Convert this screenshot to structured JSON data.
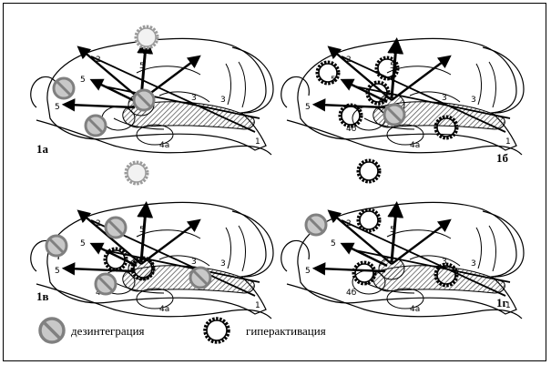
{
  "panels": [
    {
      "label": "1а"
    },
    {
      "label": "1б"
    },
    {
      "label": "1в"
    },
    {
      "label": "1г"
    }
  ],
  "legend": {
    "disintegration": "дезинтеграция",
    "hyperactivation": "гиперактивация"
  },
  "numbers": {
    "n1": "1",
    "n2": "2",
    "n3": "3",
    "n4a": "4а",
    "n4b": "4б",
    "n5": "5"
  },
  "colors": {
    "disintegration_fill": "#b0b0b0",
    "hyperactivation_stroke": "#000000",
    "hatch": "#555555"
  }
}
